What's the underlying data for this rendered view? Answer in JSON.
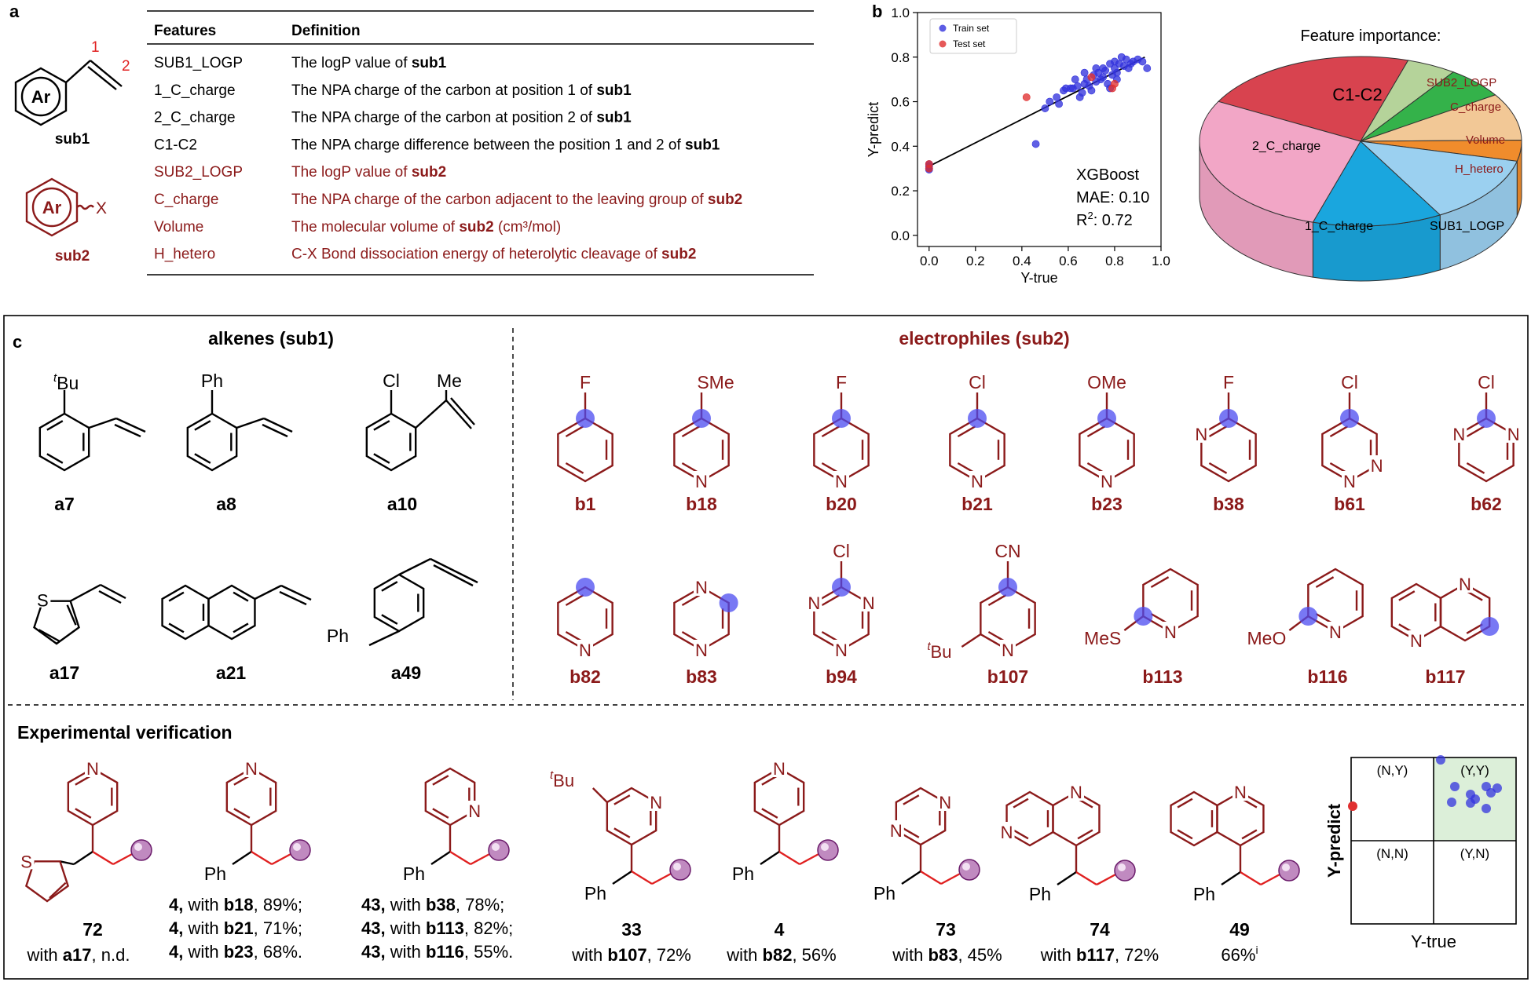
{
  "panel_a": {
    "label": "a",
    "sub1_ring_text": "Ar",
    "sub1_pos1": "1",
    "sub1_pos2": "2",
    "sub1_name": "sub1",
    "sub2_ring_text": "Ar",
    "sub2_x": "X",
    "sub2_name": "sub2",
    "table": {
      "headers": [
        "Features",
        "Definition"
      ],
      "rows": [
        {
          "feature": "SUB1_LOGP",
          "def_pre": "The logP value of ",
          "def_bold": "sub1",
          "def_post": "",
          "color": "black"
        },
        {
          "feature": "1_C_charge",
          "def_pre": "The NPA charge of the carbon at position 1 of ",
          "def_bold": "sub1",
          "def_post": "",
          "color": "black"
        },
        {
          "feature": "2_C_charge",
          "def_pre": "The NPA charge of the carbon at position 2 of ",
          "def_bold": "sub1",
          "def_post": "",
          "color": "black"
        },
        {
          "feature": "C1-C2",
          "def_pre": "The NPA charge difference between the position 1 and 2 of ",
          "def_bold": "sub1",
          "def_post": "",
          "color": "black"
        },
        {
          "feature": "SUB2_LOGP",
          "def_pre": "The logP value of ",
          "def_bold": "sub2",
          "def_post": "",
          "color": "red"
        },
        {
          "feature": "C_charge",
          "def_pre": "The NPA charge of the carbon adjacent to the leaving group of ",
          "def_bold": "sub2",
          "def_post": "",
          "color": "red"
        },
        {
          "feature": "Volume",
          "def_pre": "The molecular volume of ",
          "def_bold": "sub2",
          "def_post": " (cm³/mol)",
          "color": "red"
        },
        {
          "feature": "H_hetero",
          "def_pre": "C-X Bond dissociation energy of heterolytic cleavage of ",
          "def_bold": "sub2",
          "def_post": "",
          "color": "red"
        }
      ]
    }
  },
  "panel_b": {
    "label": "b",
    "chart_data": [
      {
        "type": "scatter",
        "xlabel": "Y-true",
        "ylabel": "Y-predict",
        "xlim": [
          -0.05,
          1.0
        ],
        "ylim": [
          -0.05,
          1.0
        ],
        "xticks": [
          "0.0",
          "0.2",
          "0.4",
          "0.6",
          "0.8",
          "1.0"
        ],
        "yticks": [
          "0.0",
          "0.2",
          "0.4",
          "0.6",
          "0.8",
          "1.0"
        ],
        "legend_placement": "top-left",
        "annotation": {
          "model": "XGBoost",
          "mae": "MAE: 0.10",
          "r2_pre": "R",
          "r2_sup": "2",
          "r2_post": ": 0.72"
        },
        "fit_line": {
          "x": [
            0.0,
            0.93
          ],
          "y": [
            0.31,
            0.8
          ]
        },
        "series": [
          {
            "name": "Train set",
            "color": "#3333dd",
            "points": [
              [
                0,
                0.32
              ],
              [
                0,
                0.31
              ],
              [
                0,
                0.3
              ],
              [
                0,
                0.295
              ],
              [
                0.46,
                0.41
              ],
              [
                0.5,
                0.57
              ],
              [
                0.52,
                0.6
              ],
              [
                0.55,
                0.62
              ],
              [
                0.56,
                0.59
              ],
              [
                0.58,
                0.65
              ],
              [
                0.59,
                0.66
              ],
              [
                0.61,
                0.66
              ],
              [
                0.62,
                0.66
              ],
              [
                0.64,
                0.67
              ],
              [
                0.65,
                0.62
              ],
              [
                0.66,
                0.64
              ],
              [
                0.67,
                0.68
              ],
              [
                0.68,
                0.7
              ],
              [
                0.69,
                0.67
              ],
              [
                0.7,
                0.65
              ],
              [
                0.71,
                0.72
              ],
              [
                0.72,
                0.75
              ],
              [
                0.73,
                0.73
              ],
              [
                0.74,
                0.7
              ],
              [
                0.75,
                0.71
              ],
              [
                0.76,
                0.74
              ],
              [
                0.77,
                0.68
              ],
              [
                0.78,
                0.77
              ],
              [
                0.79,
                0.72
              ],
              [
                0.8,
                0.78
              ],
              [
                0.8,
                0.75
              ],
              [
                0.81,
                0.73
              ],
              [
                0.82,
                0.77
              ],
              [
                0.83,
                0.8
              ],
              [
                0.84,
                0.76
              ],
              [
                0.85,
                0.79
              ],
              [
                0.86,
                0.75
              ],
              [
                0.87,
                0.77
              ],
              [
                0.88,
                0.78
              ],
              [
                0.9,
                0.79
              ],
              [
                0.92,
                0.78
              ],
              [
                0.94,
                0.75
              ],
              [
                0.72,
                0.69
              ],
              [
                0.75,
                0.75
              ],
              [
                0.67,
                0.73
              ],
              [
                0.78,
                0.66
              ],
              [
                0.81,
                0.7
              ],
              [
                0.63,
                0.7
              ]
            ]
          },
          {
            "name": "Test set",
            "color": "#e03030",
            "points": [
              [
                0,
                0.32
              ],
              [
                0,
                0.3
              ],
              [
                0.42,
                0.62
              ],
              [
                0.7,
                0.71
              ],
              [
                0.79,
                0.66
              ],
              [
                0.8,
                0.68
              ]
            ]
          }
        ]
      },
      {
        "type": "pie",
        "title": "Feature importance:",
        "slices": [
          {
            "label": "C1-C2",
            "value": 22,
            "color": "#d8434f"
          },
          {
            "label": "SUB2_LOGP",
            "value": 5,
            "color": "#b5d39a"
          },
          {
            "label": "C_charge",
            "value": 6,
            "color": "#34b24a"
          },
          {
            "label": "Volume",
            "value": 9,
            "color": "#f2c896"
          },
          {
            "label": "H_hetero",
            "value": 4,
            "color": "#f08c2c"
          },
          {
            "label": "SUB1_LOGP",
            "value": 13,
            "color": "#9bd0f0"
          },
          {
            "label": "1_C_charge",
            "value": 13,
            "color": "#1aa6de"
          },
          {
            "label": "2_C_charge",
            "value": 28,
            "color": "#f2a6c6"
          }
        ]
      }
    ]
  },
  "panel_c": {
    "label": "c",
    "alkenes_title": "alkenes (sub1)",
    "electrophiles_title": "electrophiles (sub2)",
    "alkenes": [
      {
        "id": "a7",
        "sub": "Bu",
        "sup": "t"
      },
      {
        "id": "a8",
        "sub": "Ph"
      },
      {
        "id": "a10",
        "sub1": "Cl",
        "sub2": "Me"
      },
      {
        "id": "a17",
        "het": "S"
      },
      {
        "id": "a21"
      },
      {
        "id": "a49",
        "sub": "Ph"
      }
    ],
    "electrophiles_row1": [
      {
        "id": "b1",
        "sub": "F"
      },
      {
        "id": "b18",
        "sub": "SMe",
        "n": "N"
      },
      {
        "id": "b20",
        "sub": "F",
        "n": "N"
      },
      {
        "id": "b21",
        "sub": "Cl",
        "n": "N"
      },
      {
        "id": "b23",
        "sub": "OMe",
        "n": "N"
      },
      {
        "id": "b38",
        "sub": "F",
        "n": "N"
      },
      {
        "id": "b61",
        "sub": "Cl",
        "n": "N"
      },
      {
        "id": "b62",
        "sub": "Cl",
        "n": "N"
      }
    ],
    "electrophiles_row2": [
      {
        "id": "b82",
        "n": "N"
      },
      {
        "id": "b83",
        "n": "N"
      },
      {
        "id": "b94",
        "sub": "Cl",
        "n": "N"
      },
      {
        "id": "b107",
        "sub": "CN",
        "sub2": "Bu",
        "sup": "t",
        "n": "N"
      },
      {
        "id": "b113",
        "sub": "MeS",
        "n": "N"
      },
      {
        "id": "b116",
        "sub": "MeO",
        "n": "N"
      },
      {
        "id": "b117",
        "n": "N"
      }
    ],
    "exp_title": "Experimental verification",
    "products": [
      {
        "id": "72",
        "caption_pre": "with ",
        "caption_bold": "a17",
        "caption_post": ", n.d.",
        "het": "S"
      },
      {
        "id": "p4a",
        "lines": [
          {
            "b1": "4,",
            "pre": " with ",
            "b2": "b18",
            "post": ", 89%;"
          },
          {
            "b1": "4,",
            "pre": " with ",
            "b2": "b21",
            "post": ", 71%;"
          },
          {
            "b1": "4,",
            "pre": " with ",
            "b2": "b23",
            "post": ", 68%."
          }
        ]
      },
      {
        "id": "p43",
        "lines": [
          {
            "b1": "43,",
            "pre": " with ",
            "b2": "b38",
            "post": ", 78%;"
          },
          {
            "b1": "43,",
            "pre": " with ",
            "b2": "b113",
            "post": ", 82%;"
          },
          {
            "b1": "43,",
            "pre": " with ",
            "b2": "b116",
            "post": ", 55%."
          }
        ]
      },
      {
        "id": "33",
        "caption_pre": "with ",
        "caption_bold": "b107",
        "caption_post": ", 72%",
        "sub": "Bu",
        "sup": "t"
      },
      {
        "id": "4",
        "caption_pre": "with ",
        "caption_bold": "b82",
        "caption_post": ", 56%"
      },
      {
        "id": "73",
        "caption_pre": "with ",
        "caption_bold": "b83",
        "caption_post": ", 45%"
      },
      {
        "id": "74",
        "caption_pre": "with ",
        "caption_bold": "b117",
        "caption_post": ", 72%"
      },
      {
        "id": "49",
        "caption_pre": "66%",
        "caption_bold": "",
        "caption_post": "",
        "caption_sup": "i"
      }
    ],
    "ph_label": "Ph",
    "n_label": "N",
    "quadrant": {
      "labels": [
        "(N,Y)",
        "(Y,Y)",
        "(N,N)",
        "(Y,N)"
      ],
      "xlabel": "Y-true",
      "ylabel": "Y-predict"
    }
  }
}
